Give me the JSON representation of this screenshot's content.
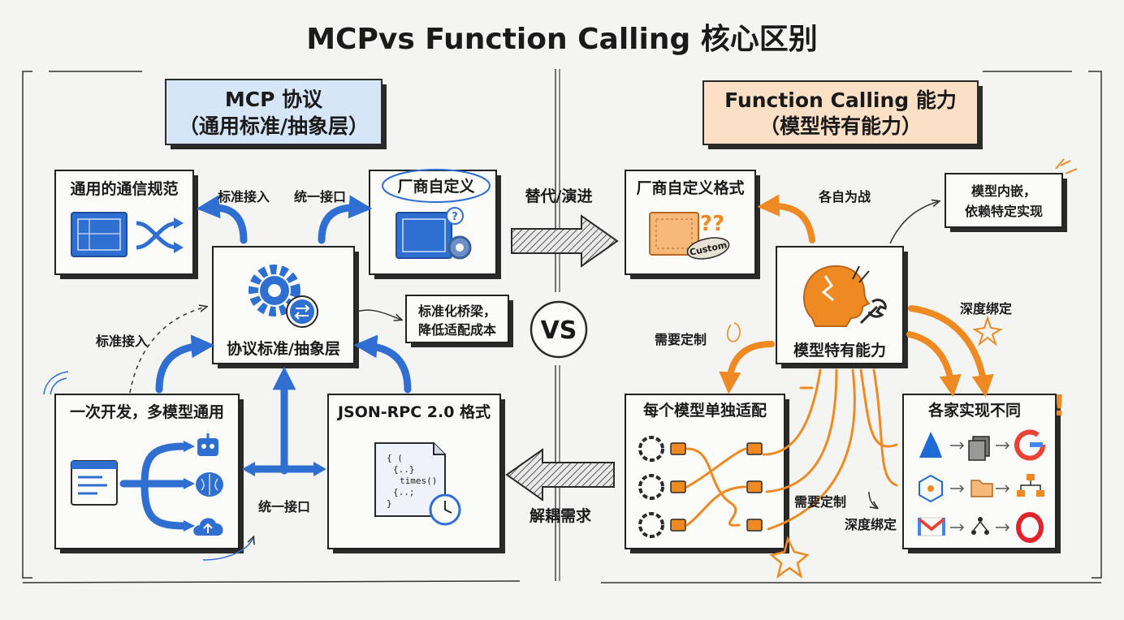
{
  "title": "MCPvs Function Calling 核心区别",
  "left": {
    "header_line1": "MCP 协议",
    "header_line2": "（通用标准/抽象层）",
    "box_spec": "通用的通信规范",
    "box_vendor": "厂商自定义",
    "box_core": "协议标准/抽象层",
    "box_dev": "一次开发，多模型通用",
    "box_json": "JSON-RPC 2.0 格式",
    "lbl_std_access_top": "标准接入",
    "lbl_unified_top": "统一接口",
    "lbl_std_access_left": "标准接入",
    "lbl_unified_bottom": "统一接口",
    "note_bridge_1": "标准化桥梁，",
    "note_bridge_2": "降低适配成本",
    "code_lines": [
      "{ (",
      "{..}",
      "times()",
      "{..;",
      "}"
    ]
  },
  "middle": {
    "vs": "VS",
    "arrow_top_label": "替代/演进",
    "arrow_bottom_label": "解耦需求"
  },
  "right": {
    "header_line1": "Function Calling 能力",
    "header_line2": "（模型特有能力）",
    "box_vendor_format": "厂商自定义格式",
    "box_model": "模型特有能力",
    "box_adapt": "每个模型单独适配",
    "box_diff": "各家实现不同",
    "note_embed_1": "模型内嵌，",
    "note_embed_2": "依赖特定实现",
    "lbl_each": "各自为战",
    "lbl_deep_top": "深度绑定",
    "lbl_custom_left": "需要定制",
    "lbl_custom_bottom": "需要定制",
    "lbl_deep_bottom": "深度绑定",
    "custom_stamp": "Custom",
    "question_marks": "??",
    "exclaim": "!"
  },
  "colors": {
    "blue": "#2f6fd1",
    "blue_header": "#d7e6f7",
    "orange": "#ef8a22",
    "orange_header": "#fbe0c6"
  }
}
